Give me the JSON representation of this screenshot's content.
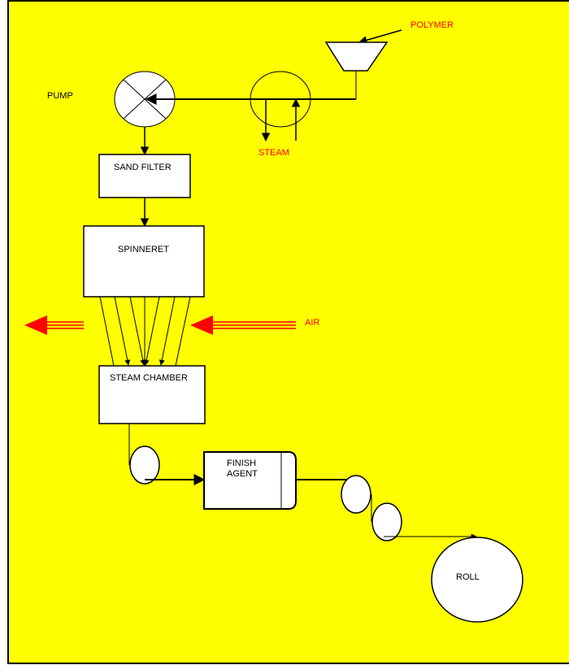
{
  "colors": {
    "background": "#FFFF00",
    "accent": "#FF0000",
    "line": "#000000",
    "fill": "#FFFFFF"
  },
  "labels": {
    "polymer": "POLYMER",
    "pump": "PUMP",
    "steam": "STEAM",
    "sand_filter": "SAND FILTER",
    "spinneret": "SPINNERET",
    "air": "AIR",
    "steam_chamber": "STEAM CHAMBER",
    "finish_agent_line1": "FINISH",
    "finish_agent_line2": "AGENT",
    "roll": "ROLL"
  }
}
